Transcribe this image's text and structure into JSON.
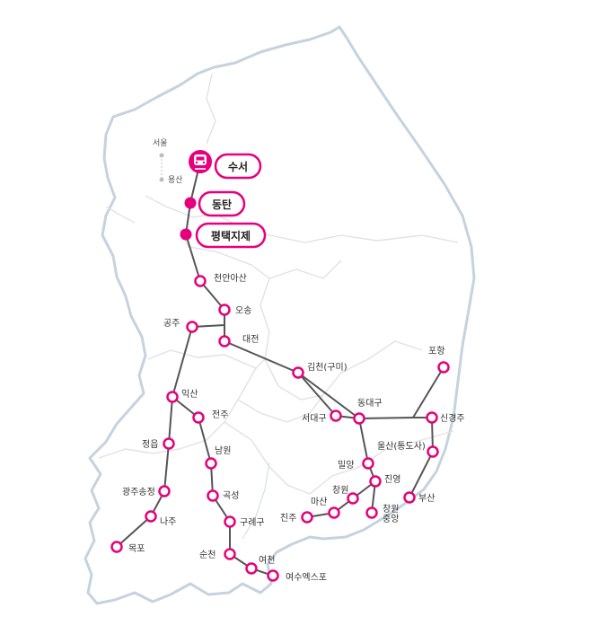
{
  "colors": {
    "accent": "#e6007e",
    "track": "#555555",
    "coast": "#c5d3df",
    "region": "#e2e2e2",
    "minor": "#bdbdbd"
  },
  "terminals": [
    {
      "name": "수서",
      "icon": "train-icon"
    },
    {
      "name": "동탄",
      "icon": ""
    },
    {
      "name": "평택지제",
      "icon": ""
    }
  ],
  "minor_stations": [
    "서울",
    "용산"
  ],
  "stations": {
    "cheonanasan": "천안아산",
    "osong": "오송",
    "gongju": "공주",
    "daejeon": "대전",
    "gimcheon": "김천(구미)",
    "pohang": "포항",
    "seodaegu": "서대구",
    "dongdaegu": "동대구",
    "singyeongju": "신경주",
    "ulsan": "울산(통도사)",
    "iksan": "익산",
    "jeonju": "전주",
    "jeongeup": "정읍",
    "namwon": "남원",
    "miryang": "밀양",
    "jinyeong": "진영",
    "busan": "부산",
    "gwangjusongjeong": "광주송정",
    "gokseong": "곡성",
    "changwon": "창원",
    "masan": "마산",
    "jinju": "진주",
    "changwonjungang": "창원\n중앙",
    "naju": "나주",
    "gurye": "구례구",
    "mokpo": "목포",
    "suncheon": "순천",
    "yeocheon": "여천",
    "yeosu": "여수엑스포"
  }
}
